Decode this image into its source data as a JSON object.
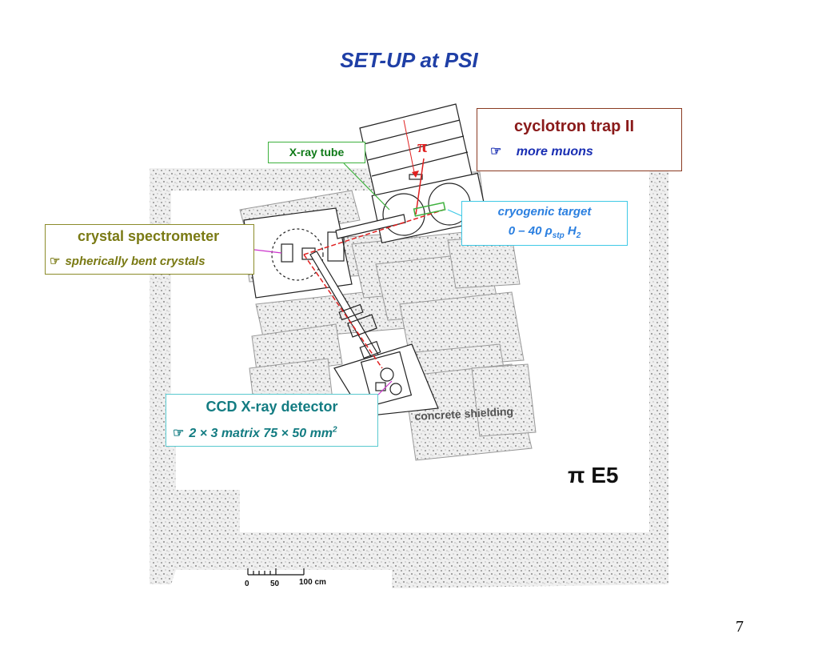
{
  "slide": {
    "title": "SET-UP at  PSI",
    "page_number": "7"
  },
  "labels": {
    "cyclotron": {
      "title": "cyclotron trap II",
      "hand_icon": "☞",
      "detail": "more muons"
    },
    "crystal": {
      "title": "crystal spectrometer",
      "hand_icon": "☞",
      "detail": "spherically bent  crystals"
    },
    "cryo": {
      "title": "cryogenic target",
      "detail_prefix": "0 – 40 ρ",
      "detail_sub": "stp",
      "detail_h": "  H",
      "detail_h_sub": "2"
    },
    "ccd": {
      "title": "CCD X-ray detector",
      "hand_icon": "☞",
      "detail_prefix": "2 × 3  matrix 75 × 50 mm",
      "detail_sup": "2"
    },
    "xray": {
      "title": "X-ray tube"
    }
  },
  "drawing": {
    "pion_symbol": "π",
    "area_label": "π E5",
    "concrete_label": "concrete shielding",
    "scale": [
      "0",
      "50",
      "100 cm"
    ]
  },
  "colors": {
    "title": "#1f3fa6",
    "concrete": "#eeeeee",
    "beam": "#e02020"
  }
}
